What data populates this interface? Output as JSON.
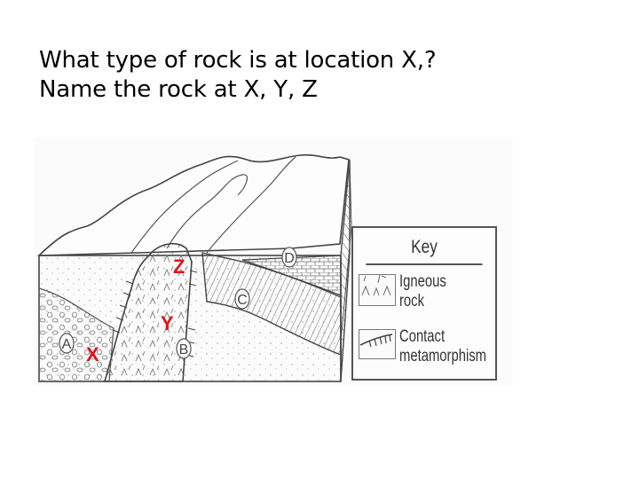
{
  "slide": {
    "title_lines": [
      "What type of rock is at location X,?",
      "Name the rock at X, Y, Z"
    ]
  },
  "diagram": {
    "rock_labels": [
      "A",
      "B",
      "C",
      "D"
    ],
    "markers": [
      {
        "id": "X",
        "label": "X",
        "color": "#e0141a"
      },
      {
        "id": "Y",
        "label": "Y",
        "color": "#e0141a"
      },
      {
        "id": "Z",
        "label": "Z",
        "color": "#e0141a"
      }
    ],
    "key": {
      "title": "Key",
      "items": [
        {
          "icon": "igneous-rock-pattern-icon",
          "label_lines": [
            "Igneous",
            "rock"
          ]
        },
        {
          "icon": "contact-metamorphism-pattern-icon",
          "label_lines": [
            "Contact",
            "metamorphism"
          ]
        }
      ]
    }
  }
}
